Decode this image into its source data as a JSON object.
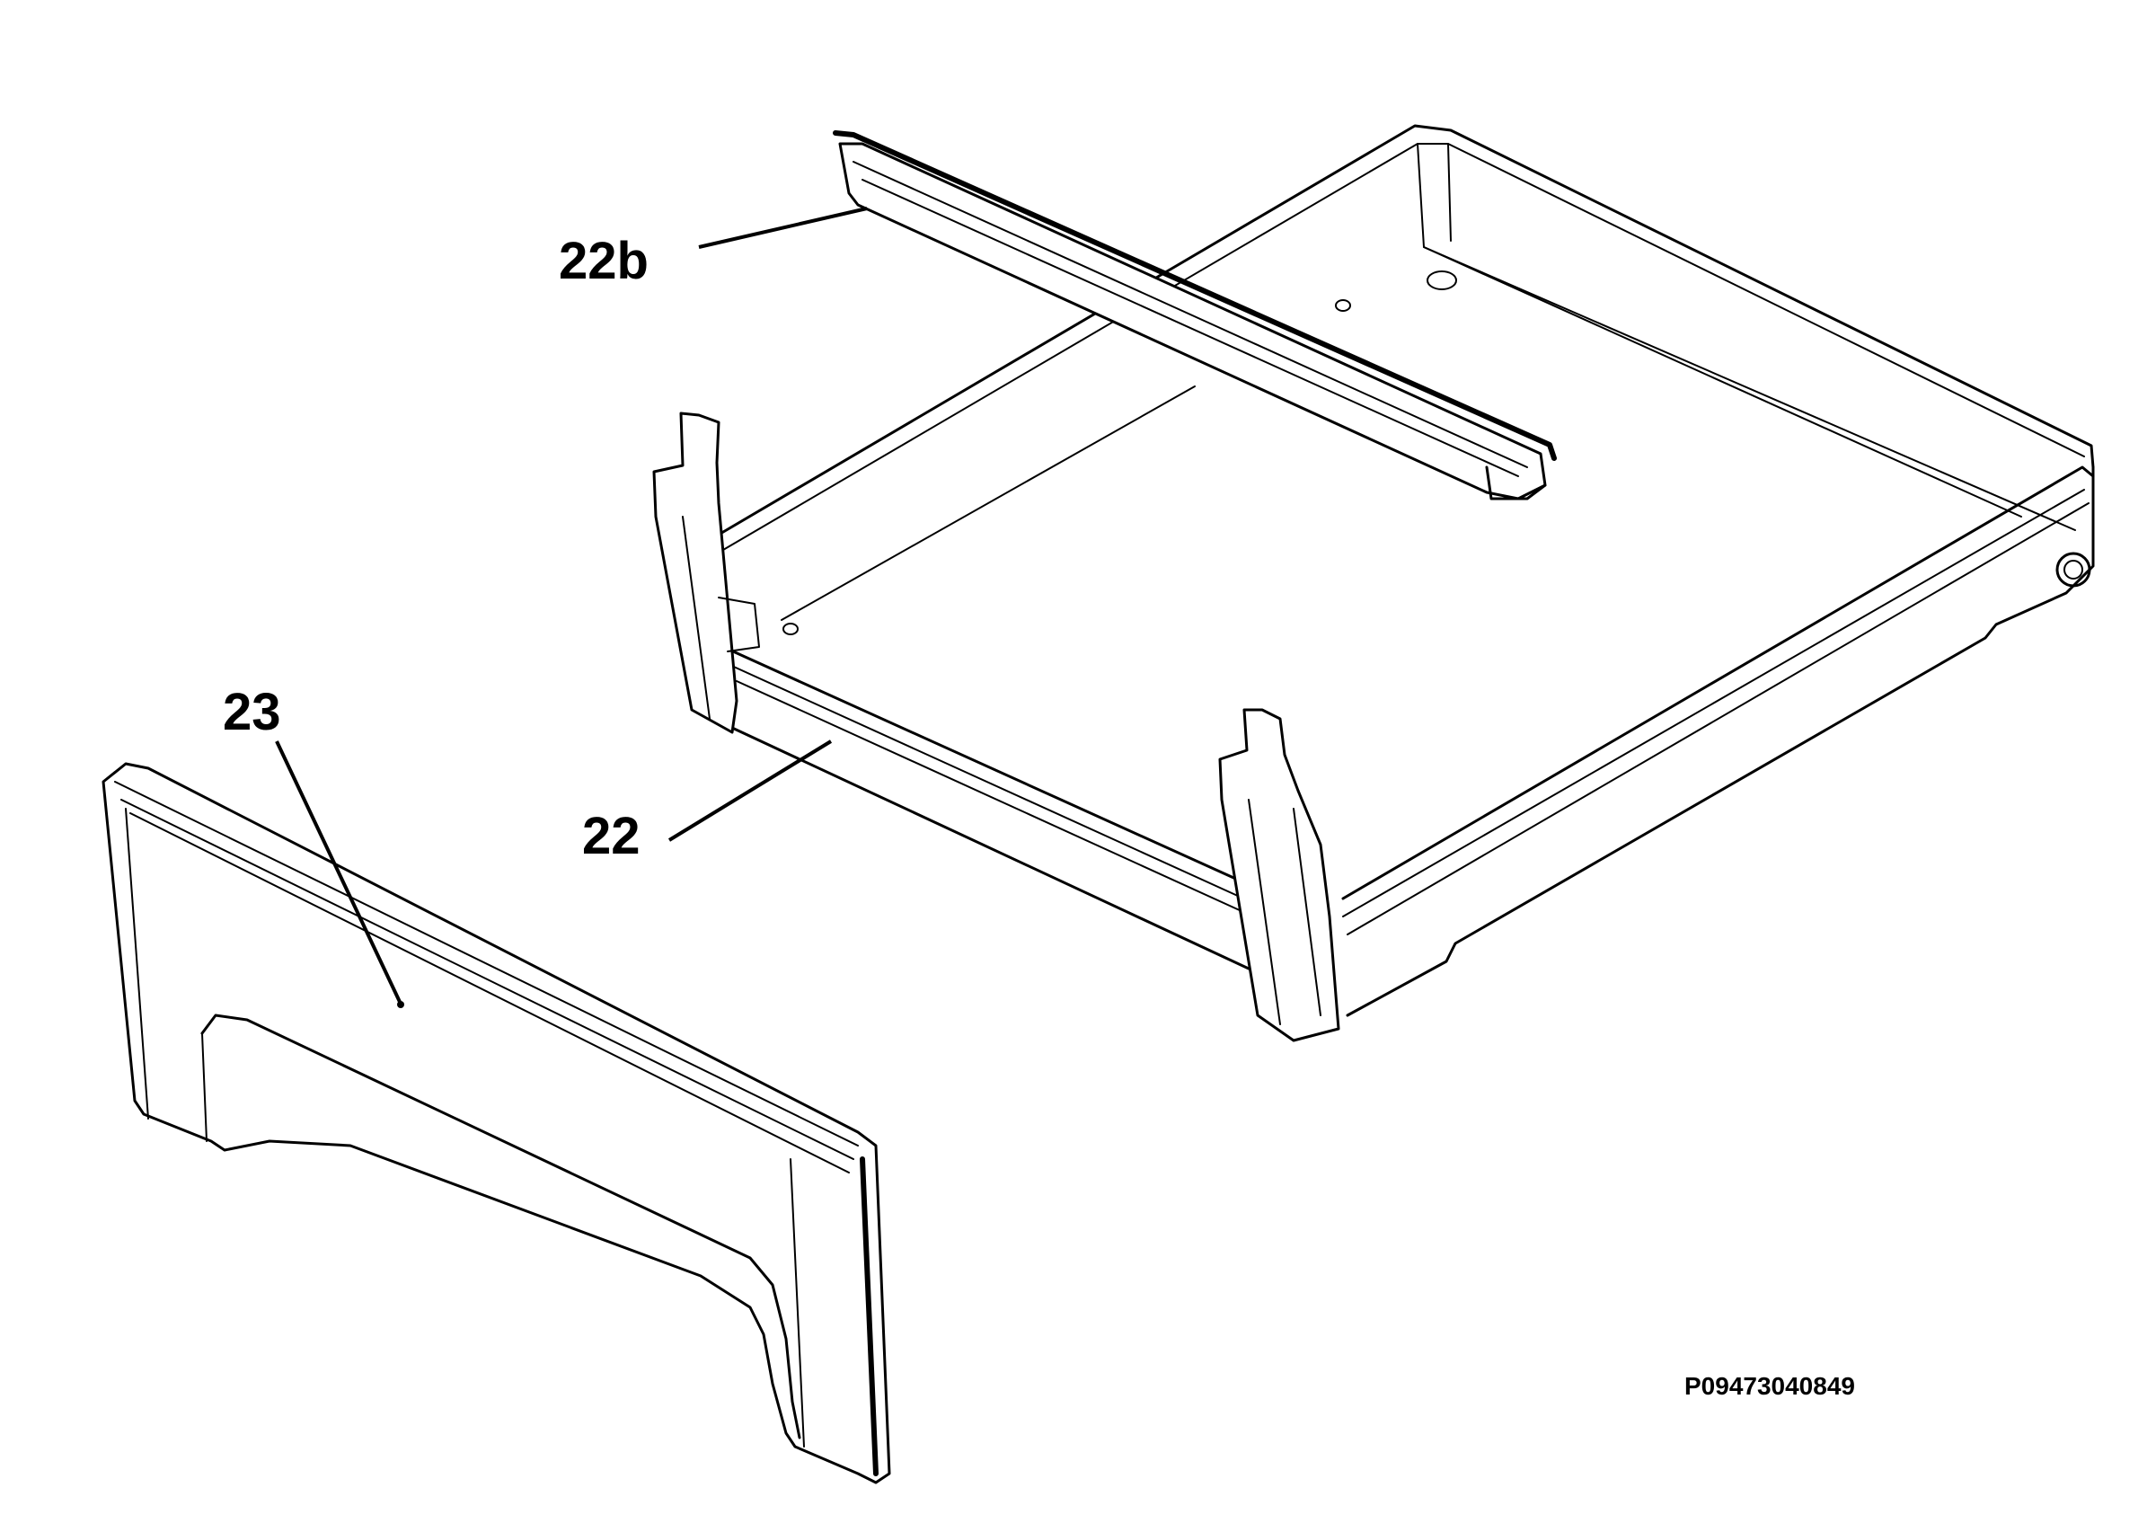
{
  "parts": {
    "bar_label": "22b",
    "drawer_label": "22",
    "front_panel_label": "23"
  },
  "drawing_ref": "P09473040849"
}
